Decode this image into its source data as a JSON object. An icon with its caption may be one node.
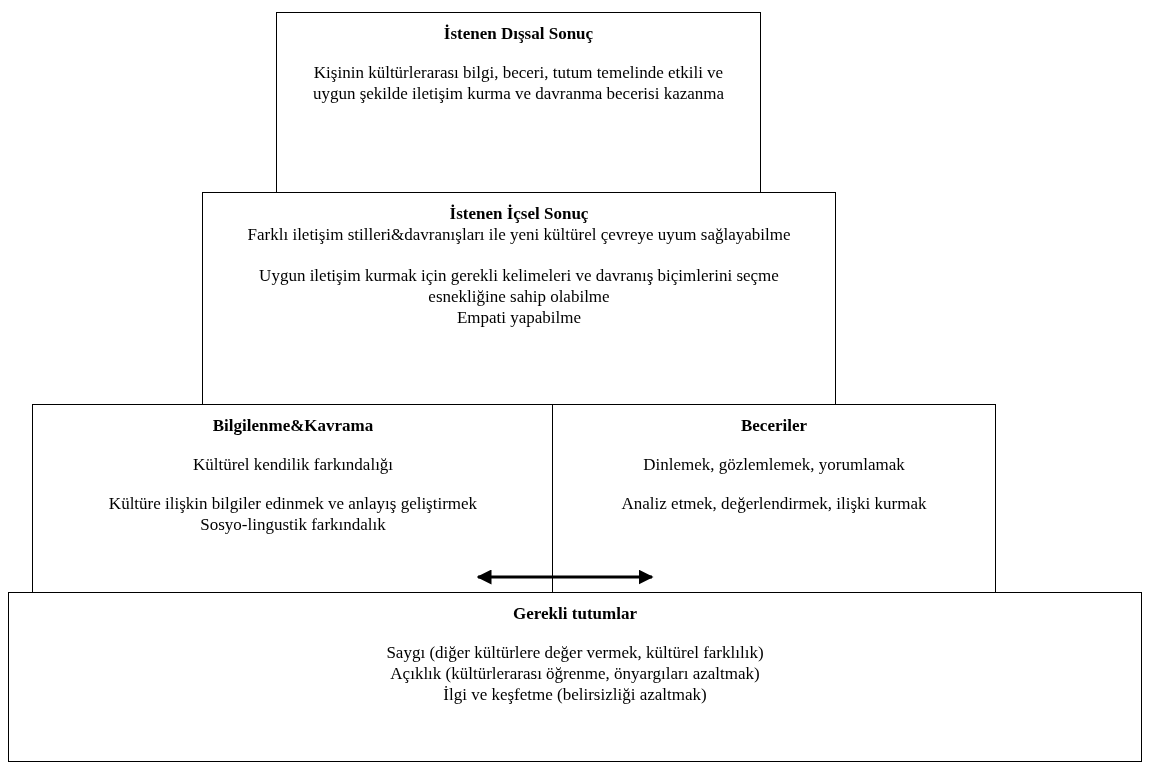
{
  "diagram": {
    "nodes": [
      {
        "text": [
          "İstenen Dışsal Sonuç",
          "Kişinin kültürlerarası bilgi, beceri, tutum temelinde etkili ve uygun şekilde iletişim kurma ve davranma becerisi kazanma"
        ]
      },
      {
        "text": [
          "İstenen İçsel Sonuç",
          "Farklı iletişim stilleri&davranışları ile yeni kültürel çevreye uyum sağlayabilme",
          "Uygun iletişim kurmak için gerekli kelimeleri ve davranış biçimlerini seçme esnekliğine sahip olabilme",
          "Empati yapabilme"
        ]
      },
      {
        "text": [
          "Bilgilenme&Kavrama",
          "Kültürel kendilik farkındalığı",
          "Kültüre ilişkin bilgiler edinmek ve anlayış geliştirmek",
          "Sosyo-lingustik farkındalık"
        ]
      },
      {
        "text": [
          "Beceriler",
          "Dinlemek, gözlemlemek, yorumlamak",
          "Analiz etmek, değerlendirmek, ilişki kurmak"
        ]
      },
      {
        "text": [
          "Gerekli tutumlar",
          "Saygı (diğer kültürlere değer vermek, kültürel farklılık)",
          "Açıklık (kültürlerarası öğrenme, önyargıları azaltmak)",
          "İlgi ve keşfetme (belirsizliği azaltmak)"
        ]
      }
    ],
    "edges": [
      {
        "from": 2,
        "to": 3,
        "arrow": "both"
      }
    ]
  }
}
